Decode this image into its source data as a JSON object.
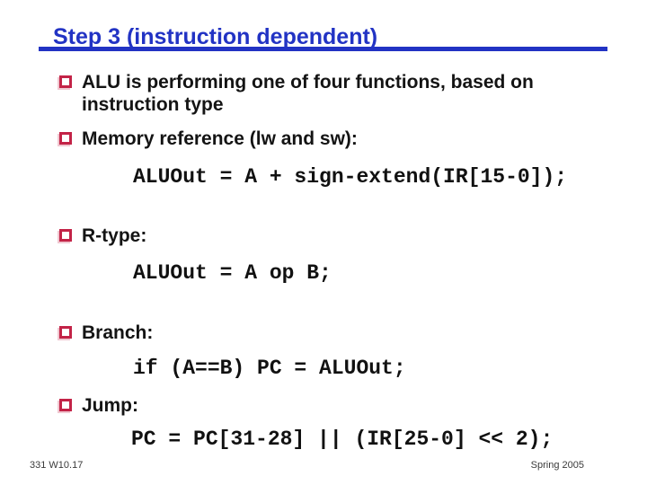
{
  "slide": {
    "title": "Step 3 (instruction dependent)",
    "bullets": [
      {
        "label": "ALU is performing one of four functions, based on instruction type",
        "code": ""
      },
      {
        "label": "Memory reference (lw and sw):",
        "code": "ALUOut = A + sign-extend(IR[15-0]);"
      },
      {
        "label": "R-type:",
        "code": "ALUOut = A op B;"
      },
      {
        "label": "Branch:",
        "code": "if (A==B) PC = ALUOut;"
      },
      {
        "label": "Jump:",
        "code": "PC = PC[31-28] || (IR[25-0] << 2);"
      }
    ],
    "footer": {
      "left": "331 W10.17",
      "right": "Spring 2005"
    },
    "colors": {
      "title_blue": "#2233c4",
      "bullet_red": "#c32347"
    }
  }
}
